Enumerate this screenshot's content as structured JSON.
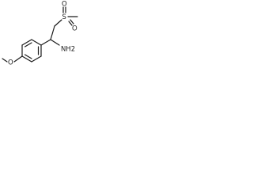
{
  "molecule": {
    "atoms": {
      "sulfur": "S",
      "oxygen_top": "O",
      "oxygen_bottom": "O",
      "amine": "NH2",
      "methoxy_oxygen": "O"
    }
  }
}
